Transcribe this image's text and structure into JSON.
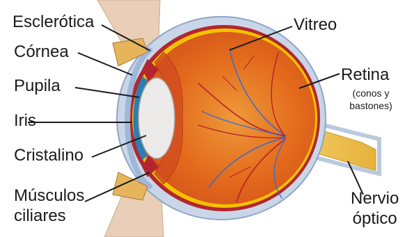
{
  "labels": {
    "esclerotica": "Esclerótica",
    "cornea": "Córnea",
    "pupila": "Pupila",
    "iris": "Iris",
    "cristalino": "Cristalino",
    "musculos_line1": "Músculos",
    "musculos_line2": "ciliares",
    "vitreo": "Vitreo",
    "retina": "Retina",
    "retina_note_line1": "(conos y",
    "retina_note_line2": "bastones)",
    "nervio_line1": "Nervio",
    "nervio_line2": "óptico"
  },
  "colors": {
    "sclera_outer": "#c9d6e8",
    "sclera_line": "#8fa6c6",
    "choroid": "#b3262f",
    "retina": "#f2c200",
    "vitreous": "#e5661e",
    "vitreous_core": "#e8892c",
    "lens": "#eceae9",
    "iris_blue": "#2b7fb0",
    "muscle": "#e6b45a",
    "nerve": "#f0c64a",
    "vein": "#3a6ad0",
    "artery": "#b81e28",
    "leader_line": "#1a1a1a",
    "background": "#ffffff"
  }
}
